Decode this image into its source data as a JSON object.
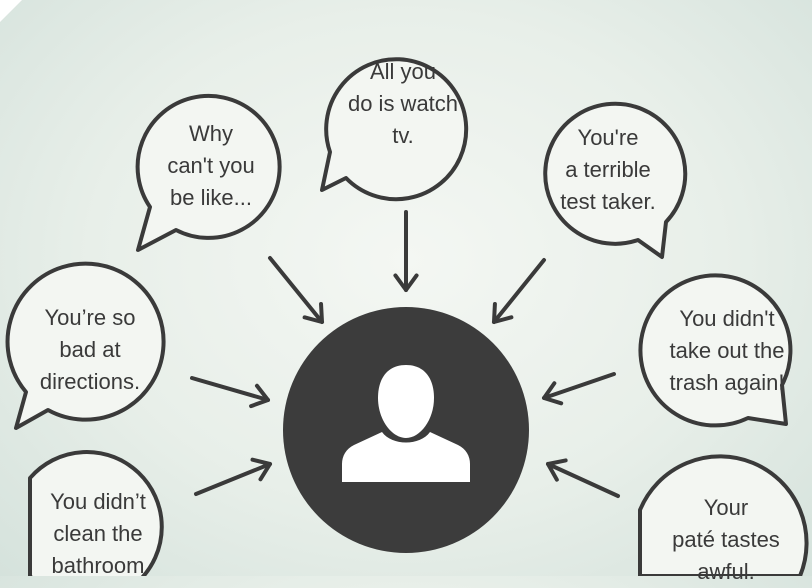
{
  "bubbles": [
    {
      "id": "watch-tv",
      "text": "All you\ndo is watch\ntv."
    },
    {
      "id": "be-like",
      "text": "Why\ncan't you\nbe like..."
    },
    {
      "id": "test-taker",
      "text": "You're\na terrible\ntest taker."
    },
    {
      "id": "directions",
      "text": "You’re so\nbad at\ndirections."
    },
    {
      "id": "trash",
      "text": "You didn't\ntake out the\ntrash again!"
    },
    {
      "id": "bathroom",
      "text": "You didn’t\nclean the\nbathroom"
    },
    {
      "id": "pate",
      "text": "Your\npaté tastes\nawful."
    }
  ],
  "center": {
    "icon": "person-icon"
  },
  "colors": {
    "stroke": "#3a3a3a",
    "center_fill": "#3c3c3c",
    "icon_fill": "#ffffff"
  }
}
